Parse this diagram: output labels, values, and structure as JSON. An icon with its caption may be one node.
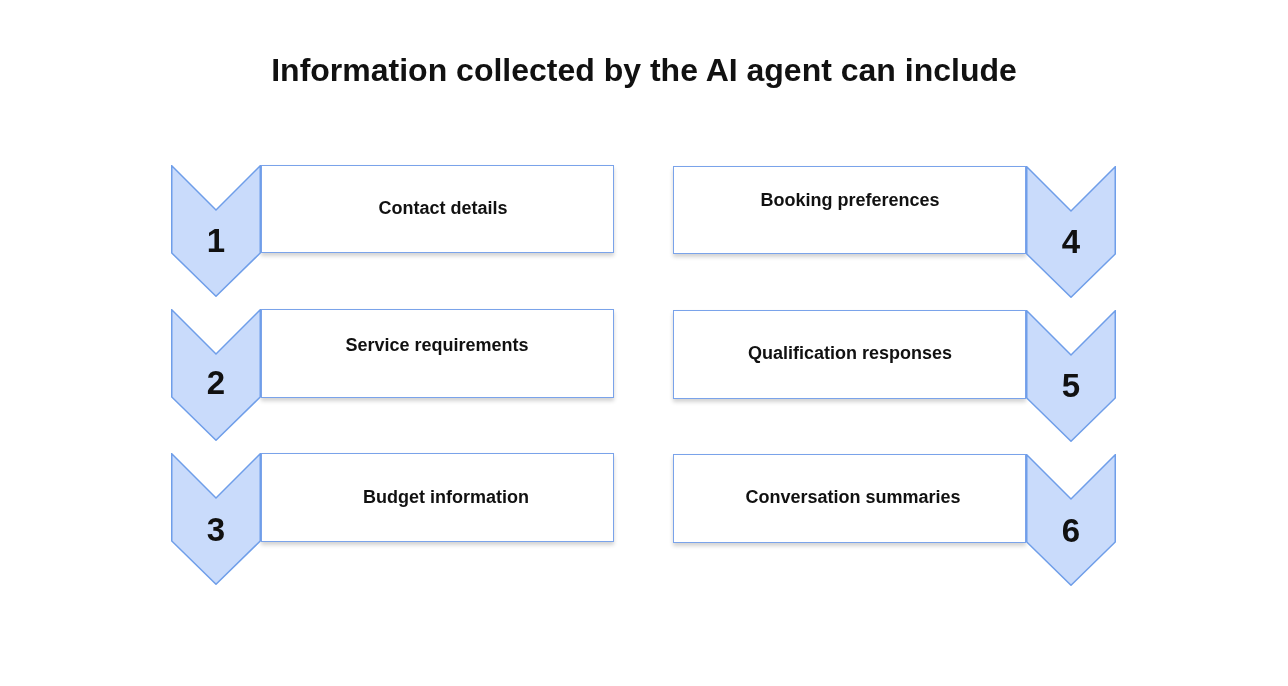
{
  "diagram": {
    "title": "Information collected by the AI agent can include",
    "nodes": [
      {
        "text": [
          "1"
        ]
      },
      {
        "text": [
          "Contact details"
        ]
      },
      {
        "text": [
          "2"
        ]
      },
      {
        "text": [
          "Service requirements"
        ]
      },
      {
        "text": [
          "3"
        ]
      },
      {
        "text": [
          "Budget information"
        ]
      },
      {
        "text": [
          "Booking preferences"
        ]
      },
      {
        "text": [
          "4"
        ]
      },
      {
        "text": [
          "Qualification responses"
        ]
      },
      {
        "text": [
          "5"
        ]
      },
      {
        "text": [
          "Conversation summaries"
        ]
      },
      {
        "text": [
          "6"
        ]
      }
    ]
  }
}
